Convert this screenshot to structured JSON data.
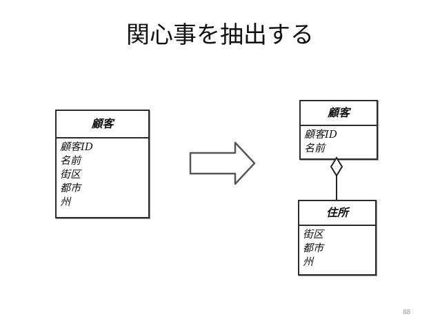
{
  "title": "関心事を抽出する",
  "diagram": {
    "before": {
      "class_name": "顧客",
      "attributes": [
        "顧客ID",
        "名前",
        "街区",
        "都市",
        "州"
      ]
    },
    "after": {
      "customer": {
        "class_name": "顧客",
        "attributes": [
          "顧客ID",
          "名前"
        ]
      },
      "address": {
        "class_name": "住所",
        "attributes": [
          "街区",
          "都市",
          "州"
        ]
      },
      "relationship": "aggregation"
    },
    "transition_arrow": "right-arrow"
  },
  "page_number": "88"
}
